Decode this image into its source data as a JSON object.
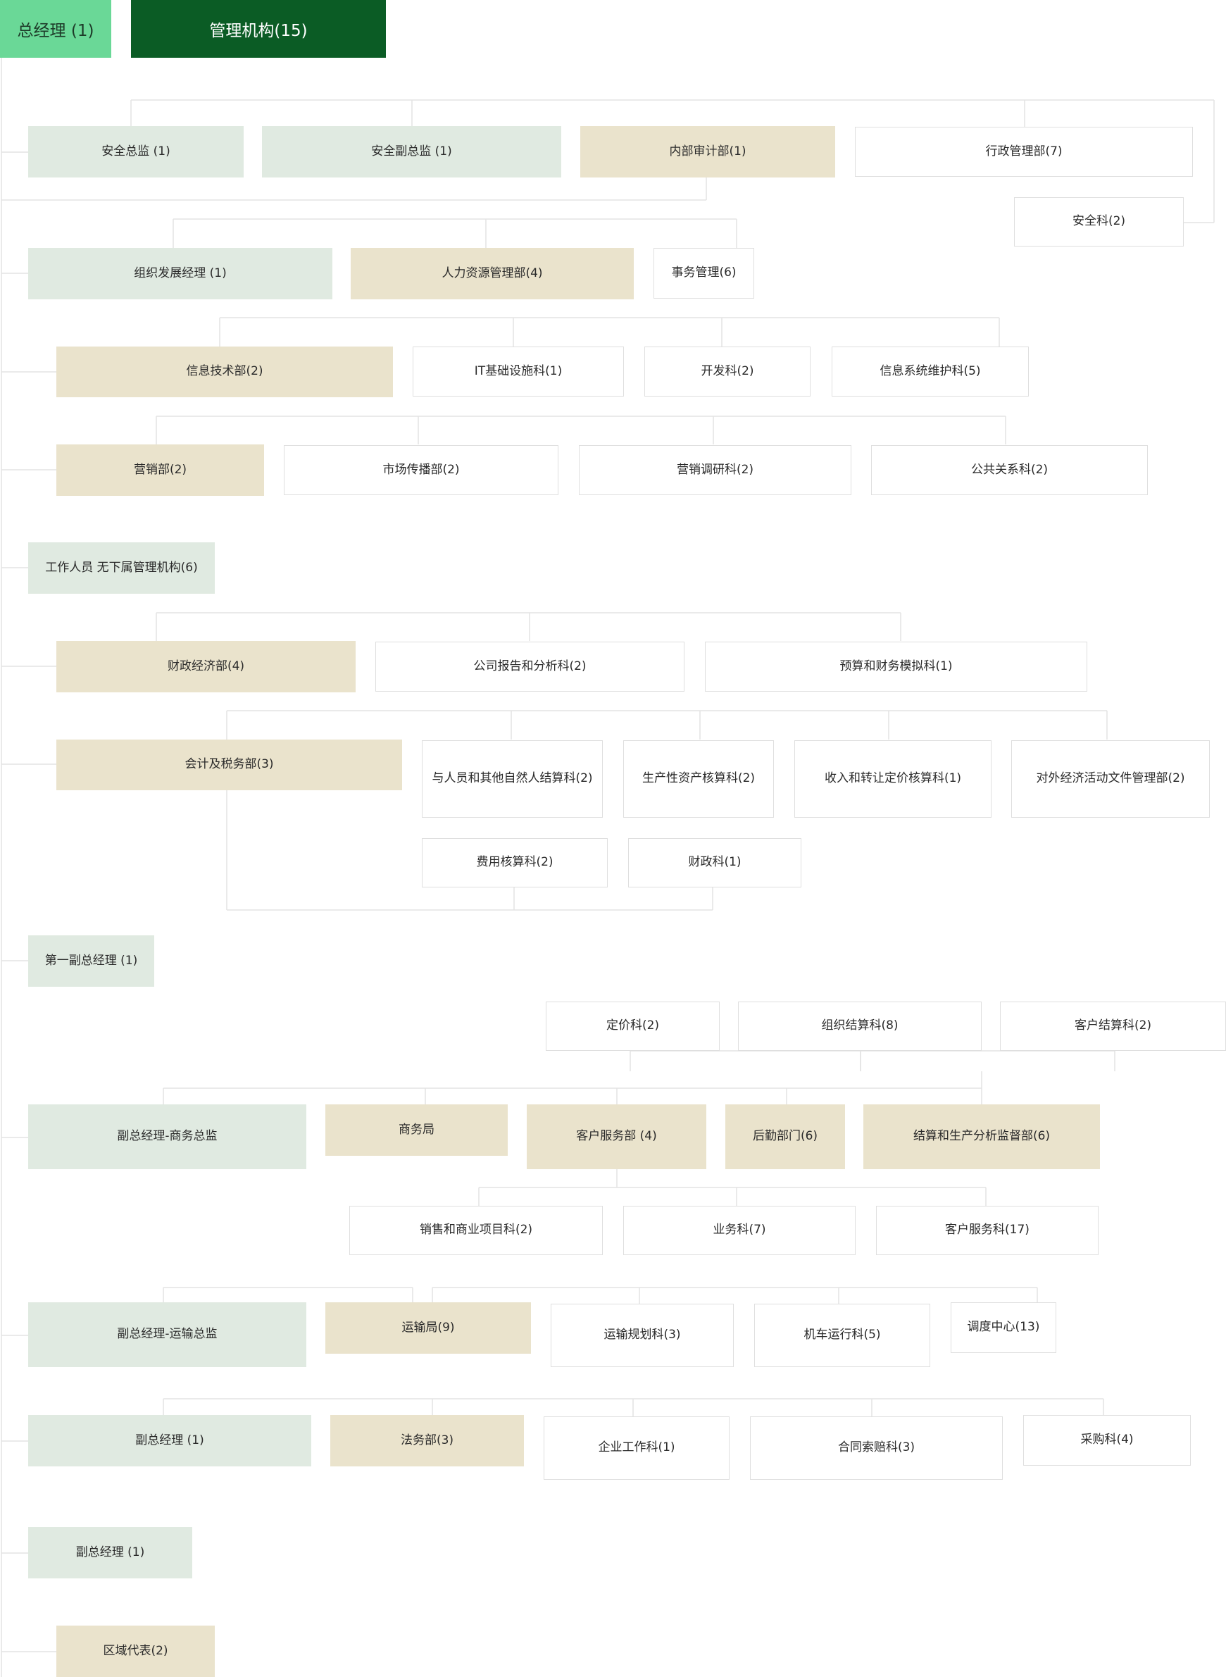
{
  "tabs": {
    "general_manager": "总经理 (1)",
    "management_bodies": "管理机构(15)"
  },
  "org": {
    "safety_director": "安全总监 (1)",
    "deputy_safety_director": "安全副总监 (1)",
    "internal_audit": "内部审计部(1)",
    "admin_management": "行政管理部(7)",
    "safety_section": "安全科(2)",
    "org_development_manager": "组织发展经理 (1)",
    "hr_department": "人力资源管理部(4)",
    "affairs_management": "事务管理(6)",
    "it_department": "信息技术部(2)",
    "it_infrastructure": "IT基础设施科(1)",
    "development": "开发科(2)",
    "info_system_maintenance": "信息系统维护科(5)",
    "marketing": "营销部(2)",
    "market_communication": "市场传播部(2)",
    "marketing_research": "营销调研科(2)",
    "public_relations": "公共关系科(2)",
    "staff_no_subordinates": "工作人员 无下属管理机构(6)",
    "finance_economics": "财政经济部(4)",
    "company_reporting": "公司报告和分析科(2)",
    "budget_modeling": "预算和财务模拟科(1)",
    "accounting_tax": "会计及税务部(3)",
    "personnel_settlement": "与人员和其他自然人结算科(2)",
    "production_assets": "生产性资产核算科(2)",
    "income_transfer_pricing": "收入和转让定价核算科(1)",
    "foreign_economic_docs": "对外经济活动文件管理部(2)",
    "expense_accounting": "费用核算科(2)",
    "finance_section": "财政科(1)",
    "first_deputy": "第一副总经理 (1)",
    "pricing": "定价科(2)",
    "org_settlement": "组织结算科(8)",
    "customer_settlement": "客户结算科(2)",
    "deputy_commercial": "副总经理-商务总监",
    "commerce_bureau": "商务局",
    "customer_service_dept": "客户服务部 (4)",
    "logistics": "后勤部门(6)",
    "settlement_production_analysis": "结算和生产分析监督部(6)",
    "sales_projects": "销售和商业项目科(2)",
    "business": "业务科(7)",
    "customer_service_section": "客户服务科(17)",
    "deputy_transport": "副总经理-运输总监",
    "transport_bureau": "运输局(9)",
    "transport_planning": "运输规划科(3)",
    "locomotive_operation": "机车运行科(5)",
    "dispatch_center": "调度中心(13)",
    "deputy_gm": "副总经理 (1)",
    "legal": "法务部(3)",
    "enterprise_work": "企业工作科(1)",
    "contract_claims": "合同索赔科(3)",
    "procurement": "采购科(4)",
    "deputy_gm_2": "副总经理 (1)",
    "regional_rep": "区域代表(2)"
  }
}
